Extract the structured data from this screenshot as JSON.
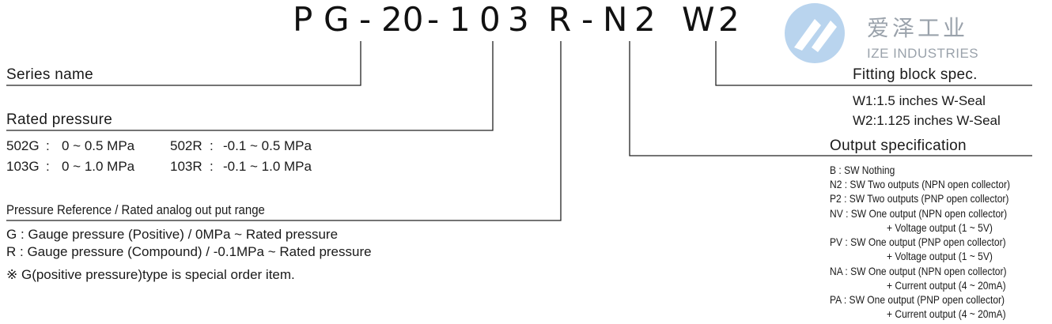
{
  "model_code": {
    "segments": [
      "P",
      "G",
      "-",
      "20",
      "-",
      "1",
      "0",
      "3",
      "R",
      "-",
      "N",
      "2",
      "W",
      "2"
    ]
  },
  "logo": {
    "chinese": "爱泽工业",
    "english": "IZE INDUSTRIES",
    "icon": "ize-logo-icon",
    "color": "#9aa2ab",
    "accent": "#b9d4ee"
  },
  "series": {
    "heading": "Series name"
  },
  "rated_pressure": {
    "heading": "Rated pressure",
    "rows": [
      {
        "code": "502G",
        "sep": ":",
        "range": "0 ~ 0.5 MPa",
        "code2": "502R",
        "sep2": ":",
        "range2": "-0.1 ~ 0.5 MPa"
      },
      {
        "code": "103G",
        "sep": ":",
        "range": "0 ~ 1.0 MPa",
        "code2": "103R",
        "sep2": ":",
        "range2": "-0.1 ~ 1.0 MPa"
      }
    ]
  },
  "pressure_reference": {
    "heading": "Pressure Reference / Rated analog out put range",
    "lines": [
      "G : Gauge pressure (Positive) / 0MPa ~ Rated pressure",
      "R : Gauge pressure (Compound) / -0.1MPa ~ Rated pressure",
      "※ G(positive pressure)type is special order item."
    ]
  },
  "fitting_block": {
    "heading": "Fitting block spec.",
    "lines": [
      "W1:1.5 inches W-Seal",
      "W2:1.125 inches W-Seal"
    ]
  },
  "output_spec": {
    "heading": "Output specification",
    "lines": [
      "B : SW Nothing",
      "N2 : SW Two outputs (NPN open collector)",
      "P2 : SW Two outputs (PNP open collector)",
      "NV : SW One output (NPN open collector)",
      "+ Voltage output (1 ~ 5V)",
      "PV : SW One output (PNP open collector)",
      "+ Voltage output (1 ~ 5V)",
      "NA : SW One output (NPN open collector)",
      "+ Current output (4 ~ 20mA)",
      "PA : SW One output (PNP open collector)",
      "+ Current output (4 ~ 20mA)"
    ]
  },
  "colors": {
    "text": "#1a1a1a",
    "lines": "#222222"
  }
}
